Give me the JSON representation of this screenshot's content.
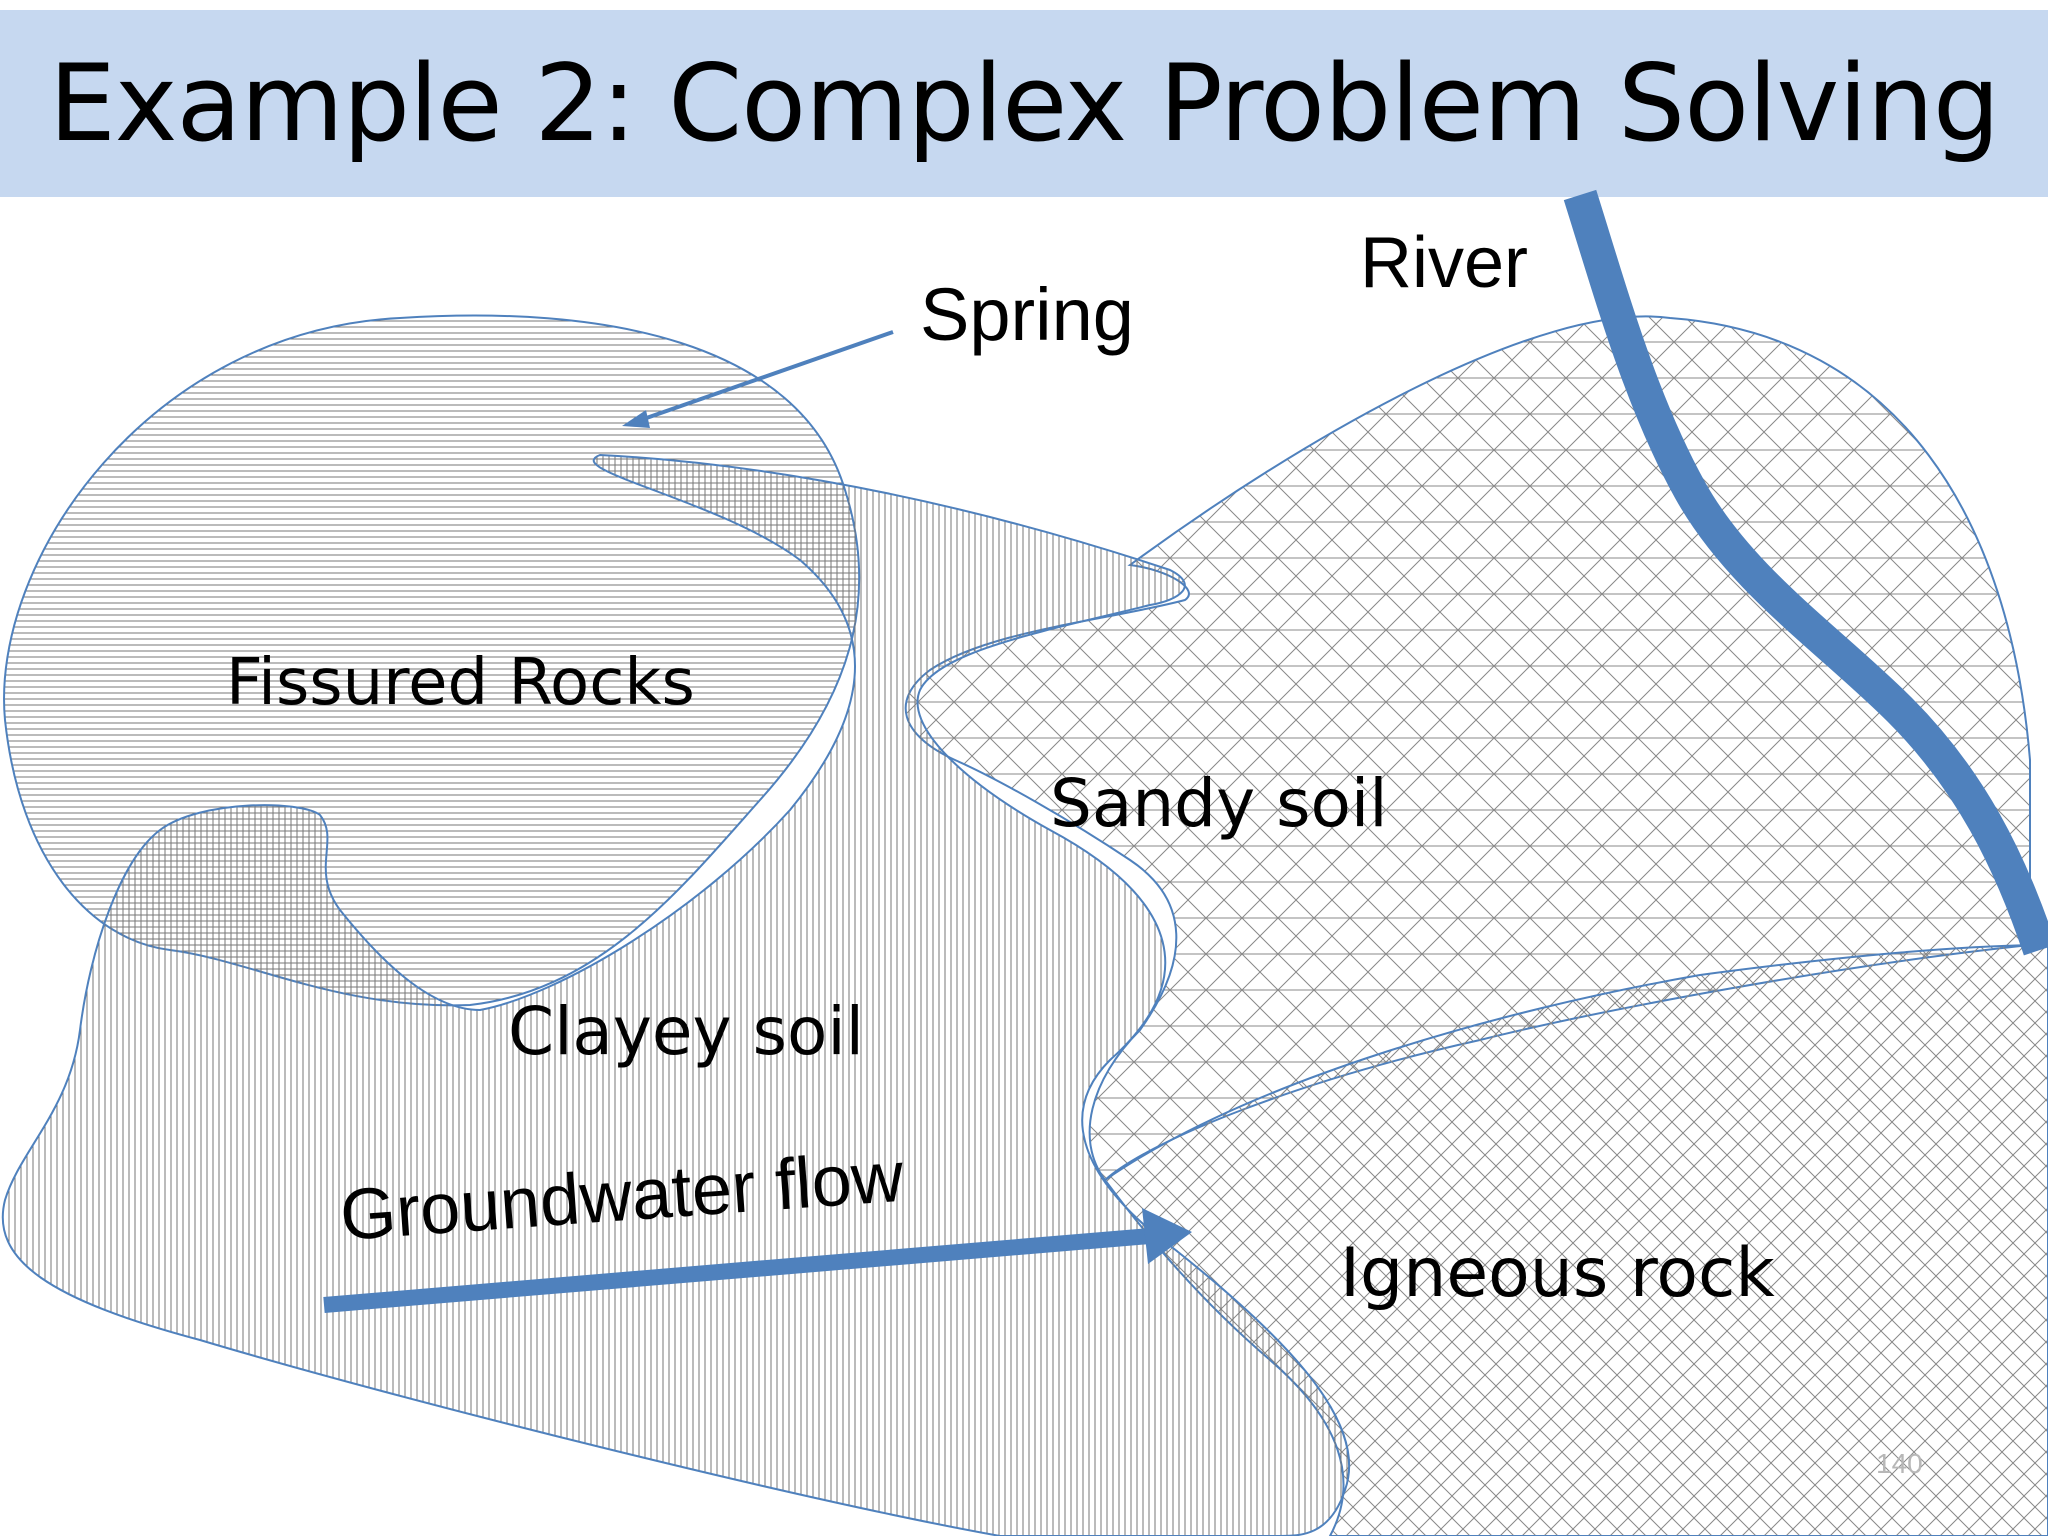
{
  "slide": {
    "title": "Example 2:  Complex Problem Solving",
    "page_number": "140"
  },
  "labels": {
    "spring": "Spring",
    "river": "River",
    "fissured_rocks": "Fissured Rocks",
    "sandy_soil": "Sandy soil",
    "clayey_soil": "Clayey soil",
    "groundwater_flow": "Groundwater flow",
    "igneous_rock": "Igneous rock"
  },
  "colors": {
    "title_band": "#c6d8f0",
    "accent_blue": "#4f81bd",
    "hatch_line": "#8a8a8a"
  }
}
